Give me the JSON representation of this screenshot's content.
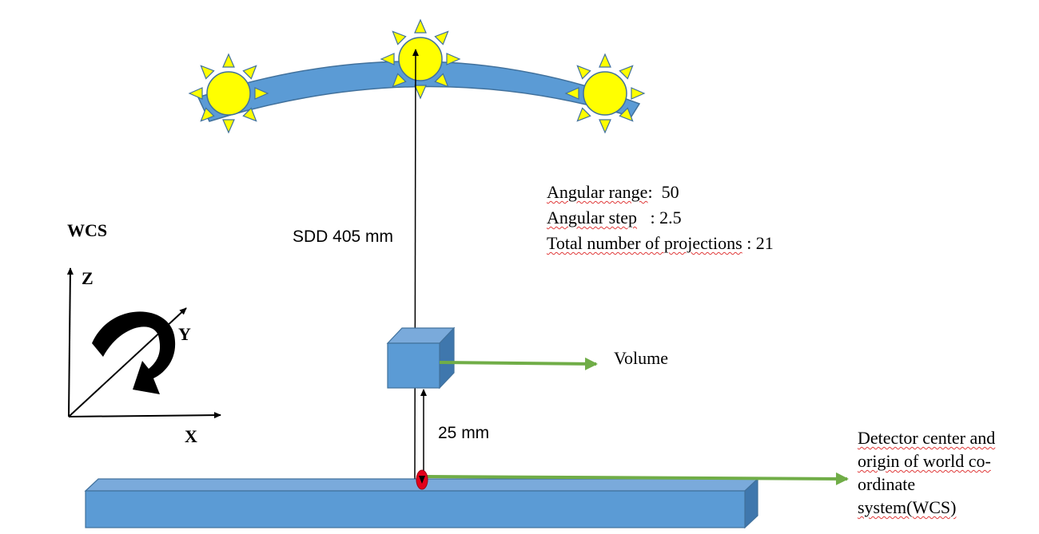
{
  "labels": {
    "wcs": "WCS",
    "axis_z": "Z",
    "axis_y": "Y",
    "axis_x": "X",
    "sdd": "SDD 405 mm",
    "distance": "25 mm",
    "volume": "Volume"
  },
  "params": {
    "angular_range_label": "Angular range",
    "angular_range_value": ":  50",
    "angular_step_label": "Angular step",
    "angular_step_value": "   : 2.5",
    "total_proj_label": "Total number of projections",
    "total_proj_value": " : 21"
  },
  "detector_label": {
    "line1": "Detector center and",
    "line2": "origin of world co-",
    "line3": "ordinate",
    "line4": "system(WCS)"
  },
  "colors": {
    "arc_blue": "#5b9bd5",
    "outline_blue": "#41719c",
    "sun_yellow": "#ffff00",
    "arrow_green": "#70ad47",
    "origin_red": "#e3001b"
  }
}
